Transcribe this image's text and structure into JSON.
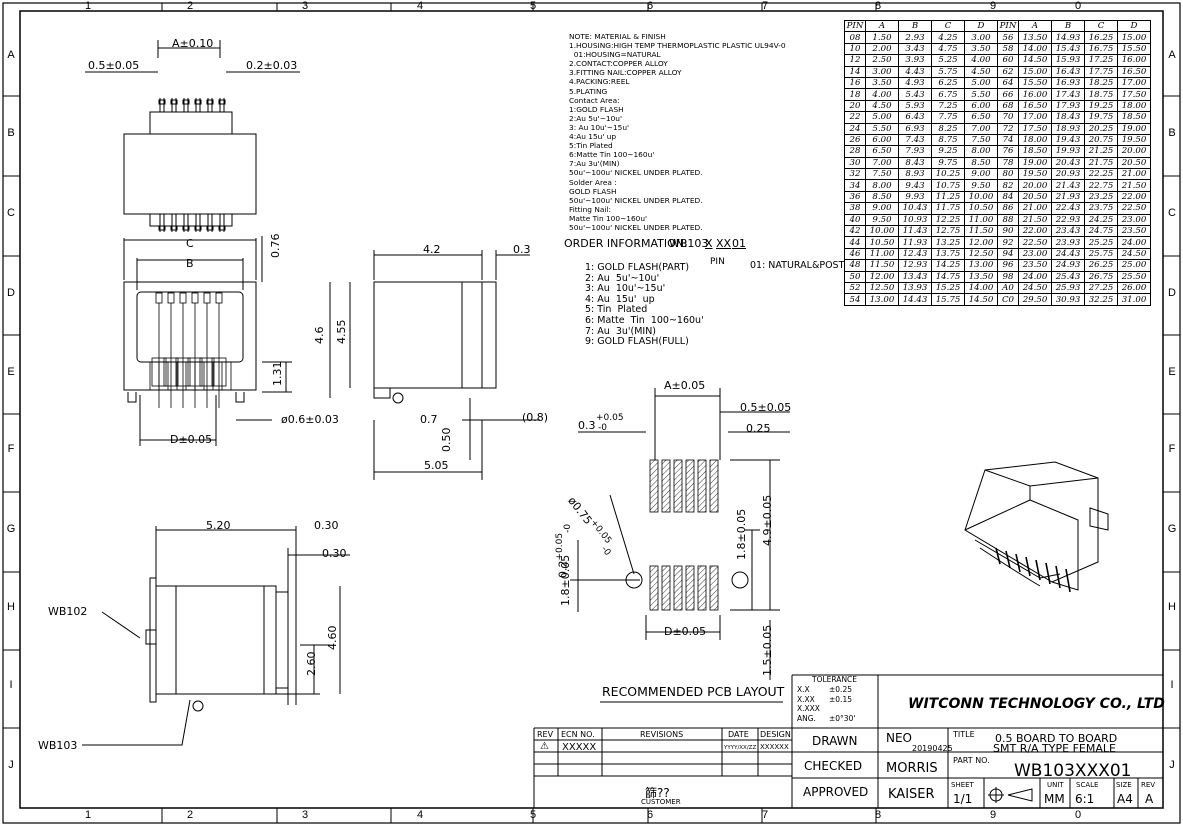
{
  "frame": {
    "cols": [
      "1",
      "2",
      "3",
      "4",
      "5",
      "6",
      "7",
      "8",
      "9",
      "0"
    ],
    "rows": [
      "A",
      "B",
      "C",
      "D",
      "E",
      "F",
      "G",
      "H",
      "I",
      "J"
    ]
  },
  "notes": [
    "NOTE: MATERIAL & FINISH",
    "1.HOUSING:HIGH TEMP THERMOPLASTIC PLASTIC UL94V-0",
    "  01:HOUSING=NATURAL",
    "2.CONTACT:COPPER ALLOY",
    "3.FITTING NAIL:COPPER ALLOY",
    "4.PACKING:REEL",
    "5.PLATING",
    "Contact Area:",
    "1:GOLD FLASH",
    "2:Au 5u'~10u'",
    "3: Au 10u'~15u'",
    "4:Au 15u' up",
    "5:Tin Plated",
    "6:Matte Tin 100~160u'",
    "7:Au 3u'(MIN)",
    "50u'~100u' NICKEL UNDER PLATED.",
    "Solder Area :",
    "GOLD FLASH",
    "50u'~100u' NICKEL UNDER PLATED.",
    "Fitting Nail:",
    "Matte Tin 100~160u'",
    "50u'~100u' NICKEL UNDER PLATED."
  ],
  "order": {
    "title": "ORDER INFORMATION:",
    "code": "WB103",
    "x": "X",
    "xx": "XX",
    "suffix": "01",
    "pin_label": "PIN",
    "natural": "01: NATURAL&POST",
    "options": [
      "1: GOLD FLASH(PART)",
      "2: Au  5u'~10u'",
      "3: Au  10u'~15u'",
      "4: Au  15u'  up",
      "5: Tin  Plated",
      "6: Matte  Tin  100~160u'",
      "7: Au  3u'(MIN)",
      "9: GOLD FLASH(FULL)"
    ]
  },
  "pin_table": {
    "headers": [
      "PIN",
      "A",
      "B",
      "C",
      "D",
      "PIN",
      "A",
      "B",
      "C",
      "D"
    ],
    "rows": [
      [
        "08",
        "1.50",
        "2.93",
        "4.25",
        "3.00",
        "56",
        "13.50",
        "14.93",
        "16.25",
        "15.00"
      ],
      [
        "10",
        "2.00",
        "3.43",
        "4.75",
        "3.50",
        "58",
        "14.00",
        "15.43",
        "16.75",
        "15.50"
      ],
      [
        "12",
        "2.50",
        "3.93",
        "5.25",
        "4.00",
        "60",
        "14.50",
        "15.93",
        "17.25",
        "16.00"
      ],
      [
        "14",
        "3.00",
        "4.43",
        "5.75",
        "4.50",
        "62",
        "15.00",
        "16.43",
        "17.75",
        "16.50"
      ],
      [
        "16",
        "3.50",
        "4.93",
        "6.25",
        "5.00",
        "64",
        "15.50",
        "16.93",
        "18.25",
        "17.00"
      ],
      [
        "18",
        "4.00",
        "5.43",
        "6.75",
        "5.50",
        "66",
        "16.00",
        "17.43",
        "18.75",
        "17.50"
      ],
      [
        "20",
        "4.50",
        "5.93",
        "7.25",
        "6.00",
        "68",
        "16.50",
        "17.93",
        "19.25",
        "18.00"
      ],
      [
        "22",
        "5.00",
        "6.43",
        "7.75",
        "6.50",
        "70",
        "17.00",
        "18.43",
        "19.75",
        "18.50"
      ],
      [
        "24",
        "5.50",
        "6.93",
        "8.25",
        "7.00",
        "72",
        "17.50",
        "18.93",
        "20.25",
        "19.00"
      ],
      [
        "26",
        "6.00",
        "7.43",
        "8.75",
        "7.50",
        "74",
        "18.00",
        "19.43",
        "20.75",
        "19.50"
      ],
      [
        "28",
        "6.50",
        "7.93",
        "9.25",
        "8.00",
        "76",
        "18.50",
        "19.93",
        "21.25",
        "20.00"
      ],
      [
        "30",
        "7.00",
        "8.43",
        "9.75",
        "8.50",
        "78",
        "19.00",
        "20.43",
        "21.75",
        "20.50"
      ],
      [
        "32",
        "7.50",
        "8.93",
        "10.25",
        "9.00",
        "80",
        "19.50",
        "20.93",
        "22.25",
        "21.00"
      ],
      [
        "34",
        "8.00",
        "9.43",
        "10.75",
        "9.50",
        "82",
        "20.00",
        "21.43",
        "22.75",
        "21.50"
      ],
      [
        "36",
        "8.50",
        "9.93",
        "11.25",
        "10.00",
        "84",
        "20.50",
        "21.93",
        "23.25",
        "22.00"
      ],
      [
        "38",
        "9.00",
        "10.43",
        "11.75",
        "10.50",
        "86",
        "21.00",
        "22.43",
        "23.75",
        "22.50"
      ],
      [
        "40",
        "9.50",
        "10.93",
        "12.25",
        "11.00",
        "88",
        "21.50",
        "22.93",
        "24.25",
        "23.00"
      ],
      [
        "42",
        "10.00",
        "11.43",
        "12.75",
        "11.50",
        "90",
        "22.00",
        "23.43",
        "24.75",
        "23.50"
      ],
      [
        "44",
        "10.50",
        "11.93",
        "13.25",
        "12.00",
        "92",
        "22.50",
        "23.93",
        "25.25",
        "24.00"
      ],
      [
        "46",
        "11.00",
        "12.43",
        "13.75",
        "12.50",
        "94",
        "23.00",
        "24.43",
        "25.75",
        "24.50"
      ],
      [
        "48",
        "11.50",
        "12.93",
        "14.25",
        "13.00",
        "96",
        "23.50",
        "24.93",
        "26.25",
        "25.00"
      ],
      [
        "50",
        "12.00",
        "13.43",
        "14.75",
        "13.50",
        "98",
        "24.00",
        "25.43",
        "26.75",
        "25.50"
      ],
      [
        "52",
        "12.50",
        "13.93",
        "15.25",
        "14.00",
        "A0",
        "24.50",
        "25.93",
        "27.25",
        "26.00"
      ],
      [
        "54",
        "13.00",
        "14.43",
        "15.75",
        "14.50",
        "C0",
        "29.50",
        "30.93",
        "32.25",
        "31.00"
      ]
    ]
  },
  "dims": {
    "a_tol": "A±0.10",
    "pitch_left": "0.5±0.05",
    "pitch_right": "0.2±0.03",
    "c": "C",
    "b": "B",
    "d_tol": "D±0.05",
    "d076": "0.76",
    "d131": "1.31",
    "hole": "ø0.6±0.03",
    "d42": "4.2",
    "d03": "0.3",
    "d46": "4.6",
    "d455": "4.55",
    "d07": "0.7",
    "d050": "0.50",
    "d505": "5.05",
    "d08": "(0.8)",
    "d520": "5.20",
    "d030a": "0.30",
    "d030b": "0.30",
    "d260": "2.60",
    "d460": "4.60",
    "wb102": "WB102",
    "wb103": "WB103"
  },
  "pcb": {
    "a": "A±0.05",
    "pitch": "0.5±0.05",
    "d025": "0.25",
    "d03_main": "0.3",
    "d03_sup": "+0.05",
    "d03_sub": "-0",
    "hole_main": "ø0.75",
    "hole_sup": "+0.05",
    "hole_sub": "-0",
    "d02_main": "0.2",
    "d02_sup": "+0.05",
    "d02_sub": "-0",
    "d18a": "1.8±0.05",
    "d18b": "1.8±0.05",
    "d49": "4.9±0.05",
    "d15": "1.5±0.05",
    "d": "D±0.05",
    "title": "RECOMMENDED  PCB  LAYOUT"
  },
  "tolerance": {
    "title": "TOLERANCE",
    "rows": [
      [
        "X.X",
        "±0.25"
      ],
      [
        "X.XX",
        "±0.15"
      ],
      [
        "X.XXX",
        ""
      ],
      [
        "ANG.",
        "±0°30'"
      ]
    ]
  },
  "revisions": {
    "headers": [
      "REV",
      "ECN NO.",
      "REVISIONS",
      "DATE",
      "DESIGN"
    ],
    "row": [
      "⚠",
      "XXXXX",
      "",
      "YYYY/XX/ZZ",
      "XXXXXX"
    ],
    "customer_mark": "篩??",
    "customer_label": "CUSTOMER"
  },
  "title_block": {
    "company": "WITCONN TECHNOLOGY CO., LTD",
    "drawn_label": "DRAWN",
    "drawn_by": "NEO",
    "drawn_date": "20190425",
    "checked_label": "CHECKED",
    "checked_by": "MORRIS",
    "approved_label": "APPROVED",
    "approved_by": "KAISER",
    "title_label": "TITLE",
    "title_l1": "0.5 BOARD TO BOARD",
    "title_l2": "SMT R/A TYPE FEMALE",
    "part_label": "PART NO.",
    "part_no": "WB103XXX01",
    "sheet_label": "SHEET",
    "sheet": "1/1",
    "unit_label": "UNIT",
    "unit": "MM",
    "scale_label": "SCALE",
    "scale": "6:1",
    "size_label": "SIZE",
    "size": "A4",
    "rev_label": "REV",
    "rev": "A"
  }
}
